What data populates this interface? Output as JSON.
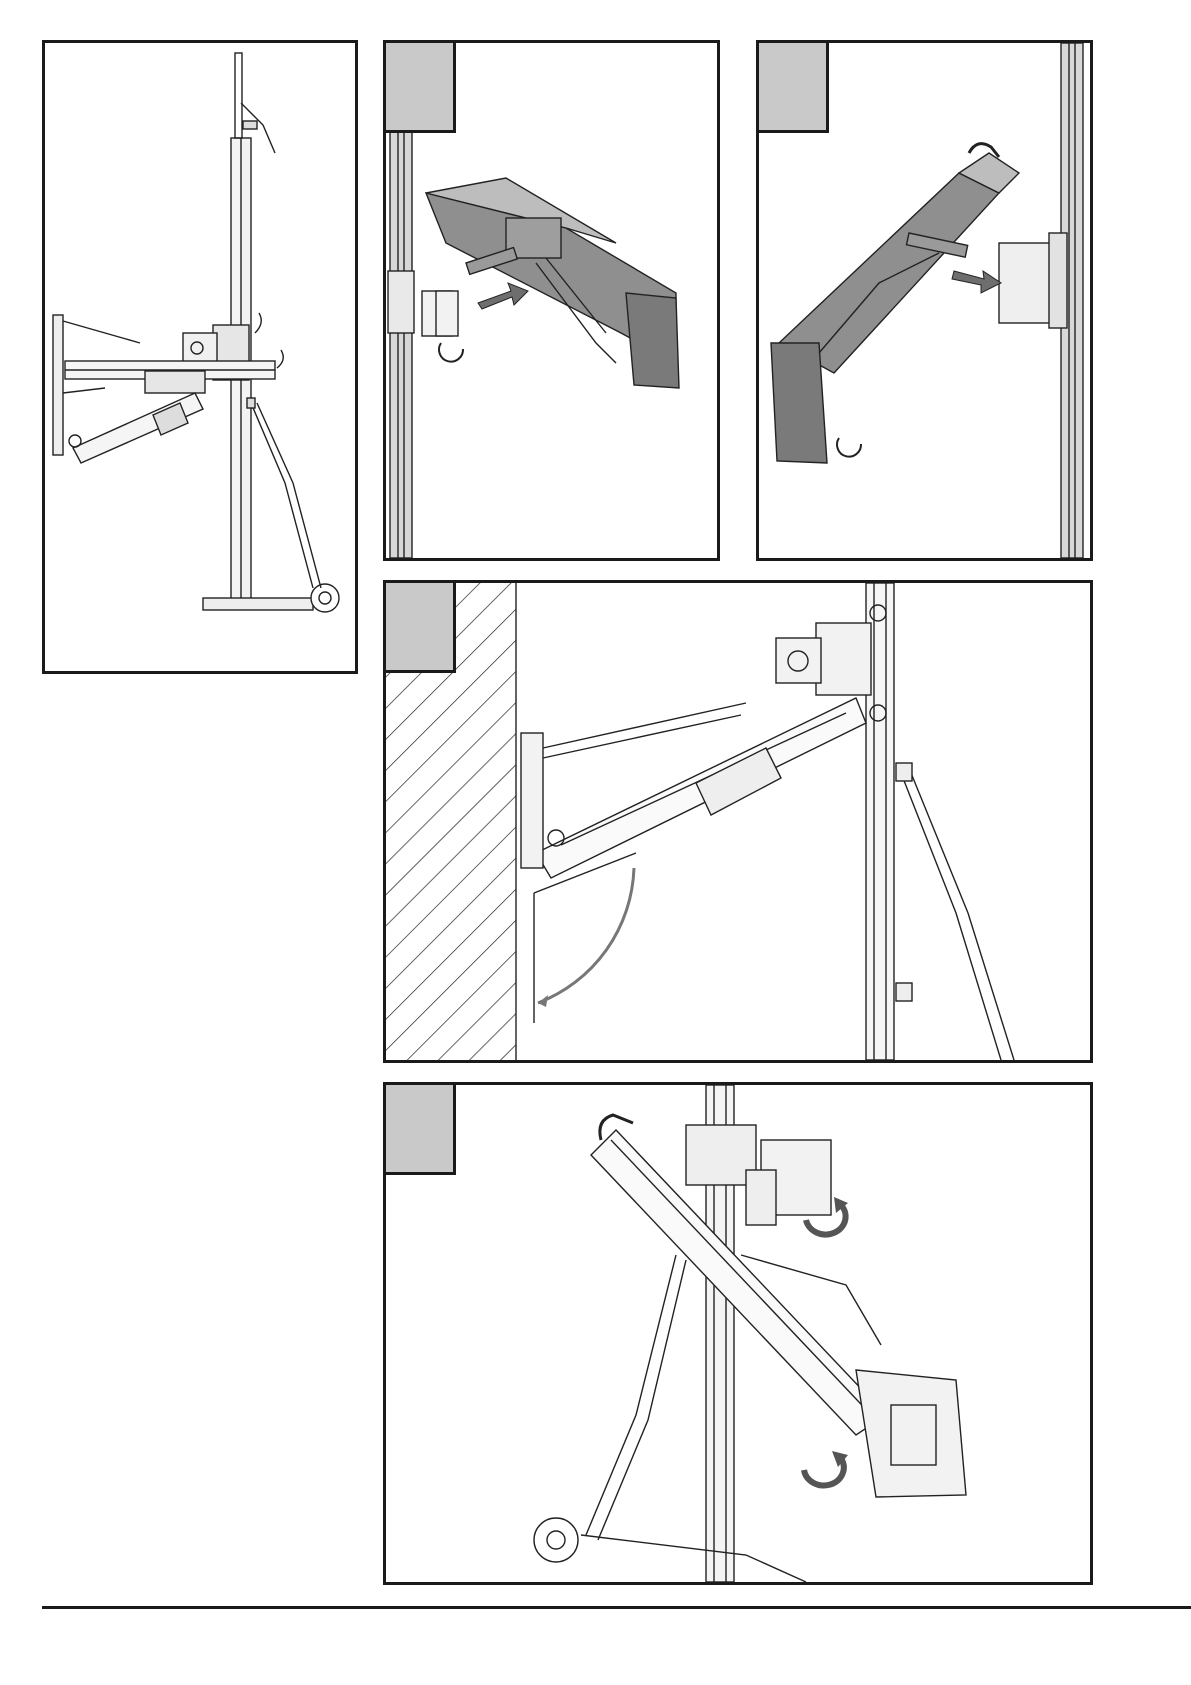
{
  "page": {
    "panels": [
      {
        "id": "overview",
        "step_tab": false,
        "content": "drill-stand-side-view-illustration"
      },
      {
        "id": "step-1",
        "step_tab": true,
        "content": "mount-motor-carriage-illustration"
      },
      {
        "id": "step-2",
        "step_tab": true,
        "content": "remove-motor-carriage-illustration"
      },
      {
        "id": "step-3",
        "step_tab": true,
        "content": "angled-wall-drilling-illustration"
      },
      {
        "id": "step-4",
        "step_tab": true,
        "content": "tilted-carriage-on-column-illustration"
      }
    ]
  },
  "colors": {
    "border": "#1a1a1a",
    "step_tab_fill": "#c9c9c9",
    "part_fill": "#8a8a8a",
    "part_fill_light": "#bdbdbd",
    "arrow_fill": "#6e6e6e"
  }
}
